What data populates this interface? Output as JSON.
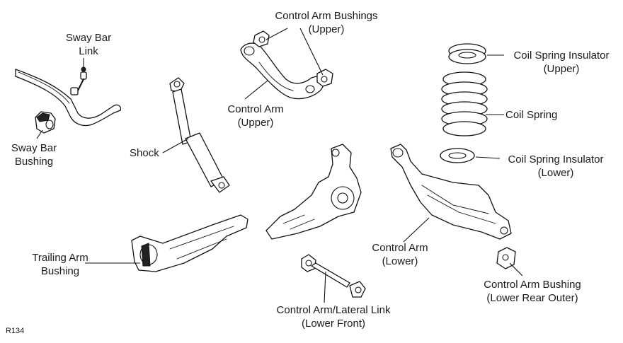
{
  "labels": {
    "control_arm_bushings_upper": [
      "Control Arm Bushings",
      "(Upper)"
    ],
    "sway_bar_link": [
      "Sway Bar",
      "Link"
    ],
    "coil_spring_insulator_upper": [
      "Coil Spring Insulator",
      "(Upper)"
    ],
    "control_arm_upper": [
      "Control Arm",
      "(Upper)"
    ],
    "coil_spring": [
      "Coil Spring"
    ],
    "sway_bar_bushing": [
      "Sway Bar",
      "Bushing"
    ],
    "shock": [
      "Shock"
    ],
    "coil_spring_insulator_lower": [
      "Coil Spring Insulator",
      "(Lower)"
    ],
    "control_arm_lower": [
      "Control Arm",
      "(Lower)"
    ],
    "trailing_arm_bushing": [
      "Trailing Arm",
      "Bushing"
    ],
    "control_arm_bushing_lower_rear_outer": [
      "Control Arm Bushing",
      "(Lower Rear Outer)"
    ],
    "control_arm_lateral_link_lower_front": [
      "Control Arm/Lateral Link",
      "(Lower Front)"
    ]
  },
  "reference_code": "R134"
}
